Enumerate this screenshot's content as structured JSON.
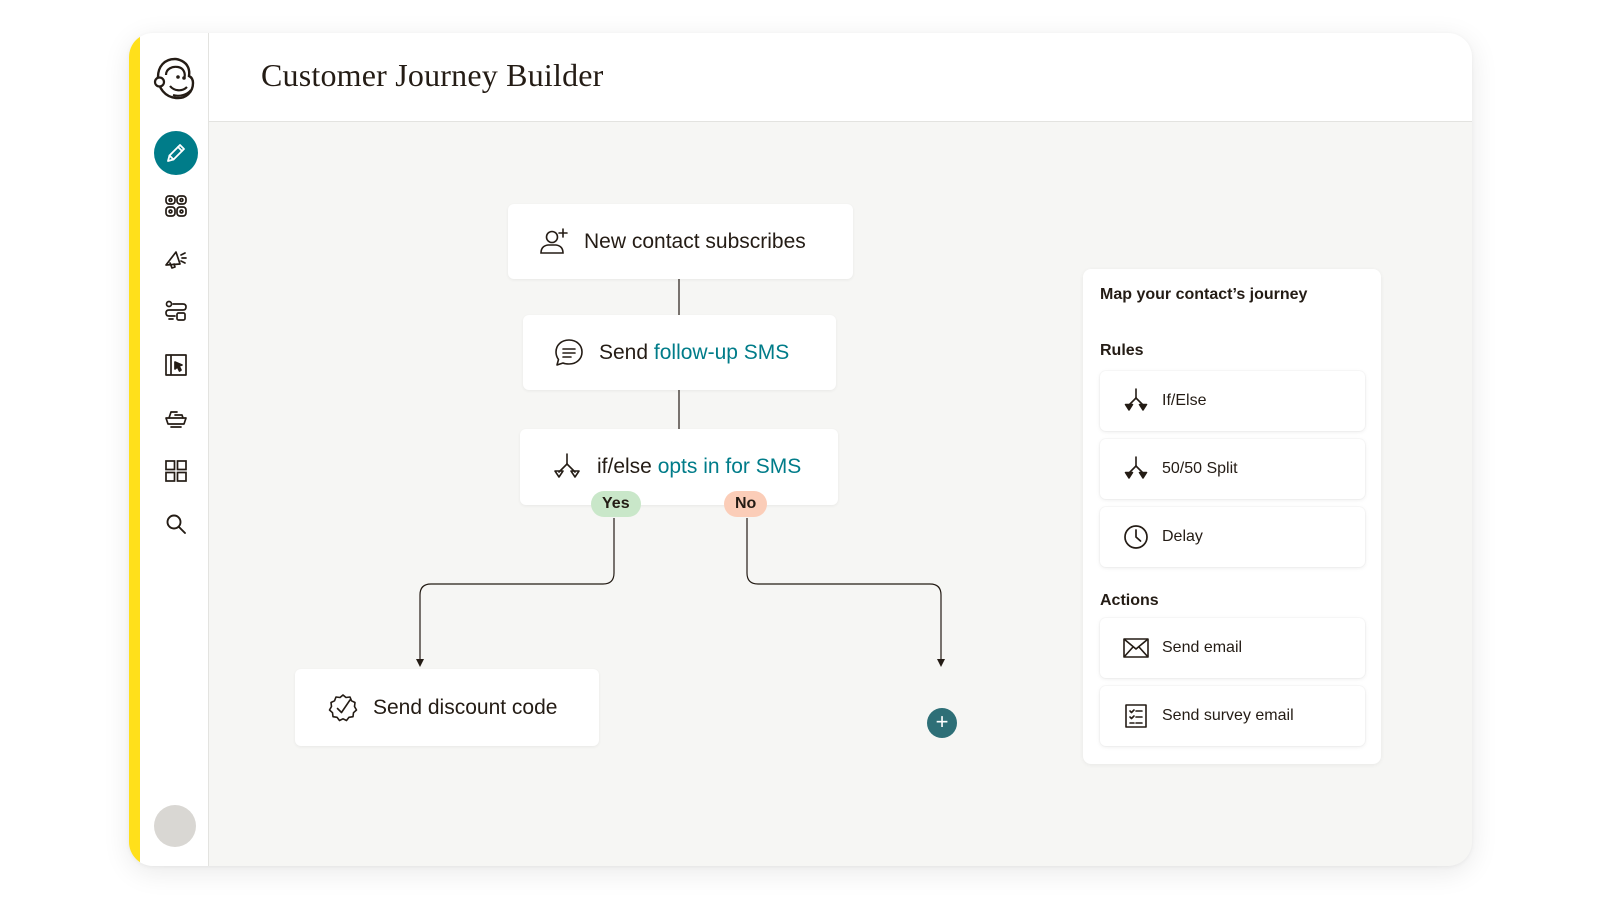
{
  "app": {
    "title": "Customer Journey Builder",
    "accent_color": "#ffe01b",
    "brand_teal": "#007c89"
  },
  "sidebar": {
    "logo_icon": "mailchimp-freddie-logo",
    "items": [
      {
        "icon": "pencil-icon",
        "active": true
      },
      {
        "icon": "audience-icon",
        "active": false
      },
      {
        "icon": "megaphone-icon",
        "active": false
      },
      {
        "icon": "automation-icon",
        "active": false
      },
      {
        "icon": "website-icon",
        "active": false
      },
      {
        "icon": "content-icon",
        "active": false
      },
      {
        "icon": "grid-icon",
        "active": false
      },
      {
        "icon": "search-icon",
        "active": false
      }
    ],
    "avatar_icon": "avatar"
  },
  "flow": {
    "trigger": {
      "icon": "user-add-icon",
      "label": "New contact subscribes"
    },
    "sms_step": {
      "icon": "chat-bubble-icon",
      "prefix": "Send",
      "highlight": "follow-up SMS"
    },
    "condition": {
      "icon": "branch-icon",
      "prefix": "if/else",
      "highlight": "opts in for SMS"
    },
    "branches": {
      "yes": "Yes",
      "no": "No"
    },
    "discount_step": {
      "icon": "check-badge-icon",
      "label": "Send discount code"
    },
    "add_button": "+"
  },
  "panel": {
    "title": "Map your contact’s journey",
    "rules_label": "Rules",
    "rules": [
      {
        "icon": "branch-icon",
        "label": "If/Else"
      },
      {
        "icon": "split-icon",
        "label": "50/50 Split"
      },
      {
        "icon": "clock-icon",
        "label": "Delay"
      }
    ],
    "actions_label": "Actions",
    "actions": [
      {
        "icon": "envelope-icon",
        "label": "Send email"
      },
      {
        "icon": "checklist-icon",
        "label": "Send survey email"
      }
    ]
  }
}
